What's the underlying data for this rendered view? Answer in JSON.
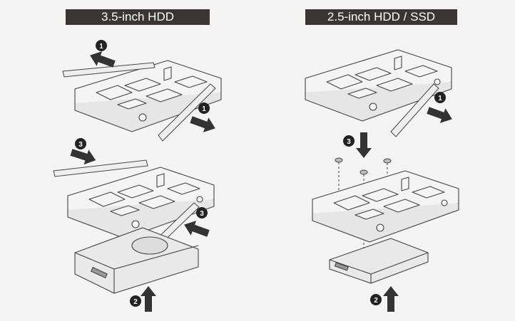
{
  "panels": [
    {
      "title": "3.5-inch HDD",
      "steps": [
        "1",
        "1",
        "3",
        "3",
        "2"
      ]
    },
    {
      "title": "2.5-inch HDD / SSD",
      "steps": [
        "1",
        "3",
        "2"
      ]
    }
  ],
  "colors": {
    "header_bg": "#3a3534",
    "arrow": "#333333",
    "line": "#444444",
    "background": "#f4f4f4"
  }
}
